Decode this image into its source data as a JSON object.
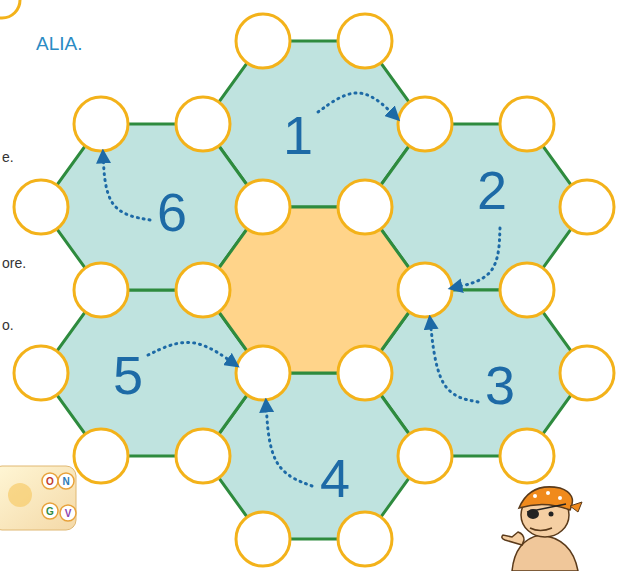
{
  "diagram": {
    "nodes": [
      {
        "text": [
          "1"
        ]
      },
      {
        "text": [
          "2"
        ]
      },
      {
        "text": [
          "3"
        ]
      },
      {
        "text": [
          "4"
        ]
      },
      {
        "text": [
          "5"
        ]
      },
      {
        "text": [
          "6"
        ]
      }
    ],
    "labels": [
      "ALIA.",
      "e.",
      "ore.",
      "o.",
      "O",
      "N",
      "G",
      "V"
    ]
  }
}
